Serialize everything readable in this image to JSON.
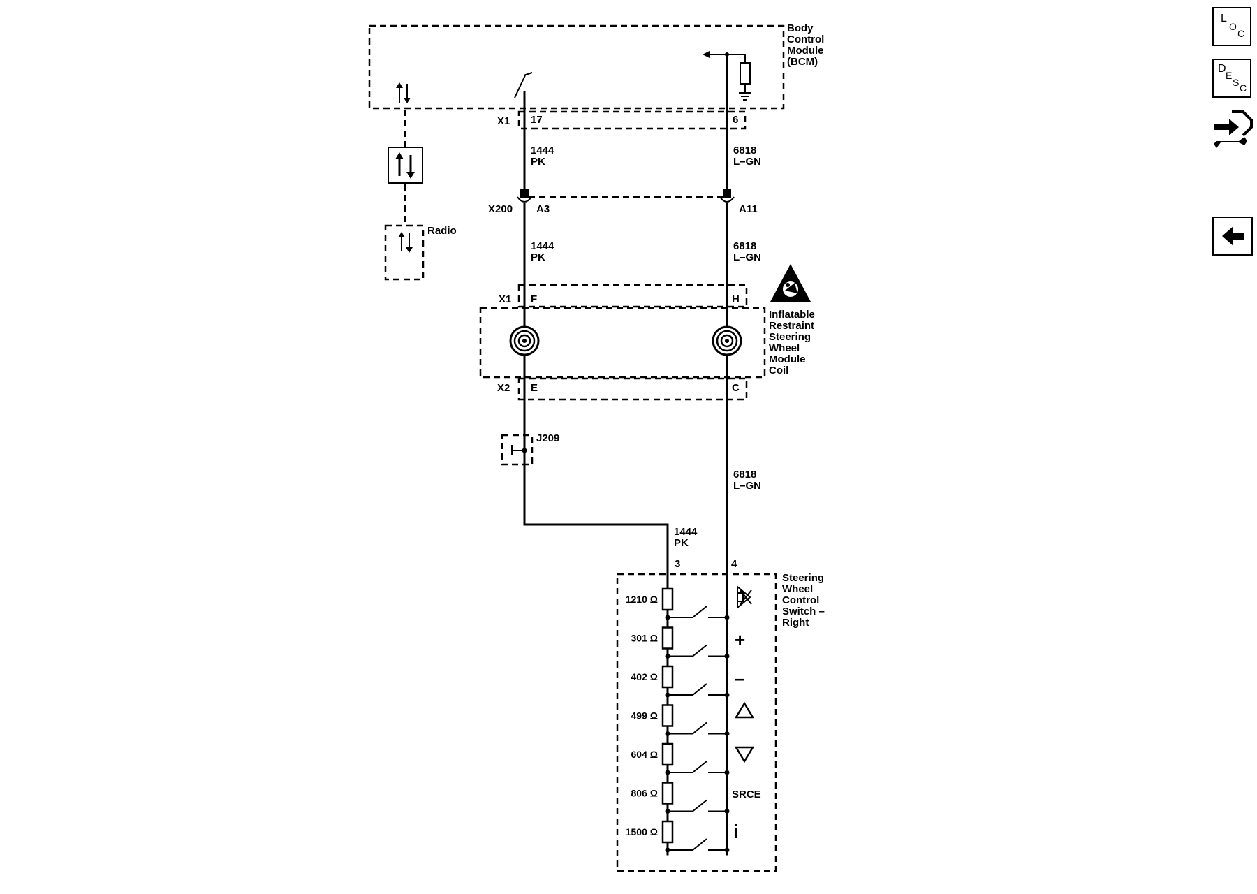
{
  "components": {
    "bcm": {
      "lines": [
        "Body",
        "Control",
        "Module",
        "(BCM)"
      ]
    },
    "radio": {
      "label": "Radio"
    },
    "coil": {
      "lines": [
        "Inflatable",
        "Restraint",
        "Steering",
        "Wheel",
        "Module",
        "Coil"
      ]
    },
    "switch": {
      "lines": [
        "Steering",
        "Wheel",
        "Control",
        "Switch –",
        "Right"
      ]
    },
    "splice": {
      "label": "J209"
    }
  },
  "connectors": {
    "bcm_conn": "X1",
    "bcm_pin_left": "17",
    "bcm_pin_right": "6",
    "inline_conn": "X200",
    "inline_pin_left": "A3",
    "inline_pin_right": "A11",
    "coil_top_conn": "X1",
    "coil_top_left": "F",
    "coil_top_right": "H",
    "coil_bot_conn": "X2",
    "coil_bot_left": "E",
    "coil_bot_right": "C",
    "switch_pin_left": "3",
    "switch_pin_right": "4"
  },
  "wires": {
    "signal": {
      "circuit": "1444",
      "color": "PK"
    },
    "low_ref": {
      "circuit": "6818",
      "color": "L–GN"
    }
  },
  "resistors": [
    "1210 Ω",
    "301 Ω",
    "402 Ω",
    "499 Ω",
    "604 Ω",
    "806 Ω",
    "1500 Ω"
  ],
  "switch_functions": [
    "mute",
    "+",
    "–",
    "up",
    "down",
    "SRCE",
    "i"
  ],
  "nav": {
    "loc": {
      "big": "L",
      "s1": "O",
      "s2": "C"
    },
    "desc": {
      "big": "D",
      "s1": "E",
      "s2": "S",
      "s3": "C"
    },
    "back_icon": "left-arrow-icon",
    "connector_icon": "connector-wrench-icon"
  }
}
